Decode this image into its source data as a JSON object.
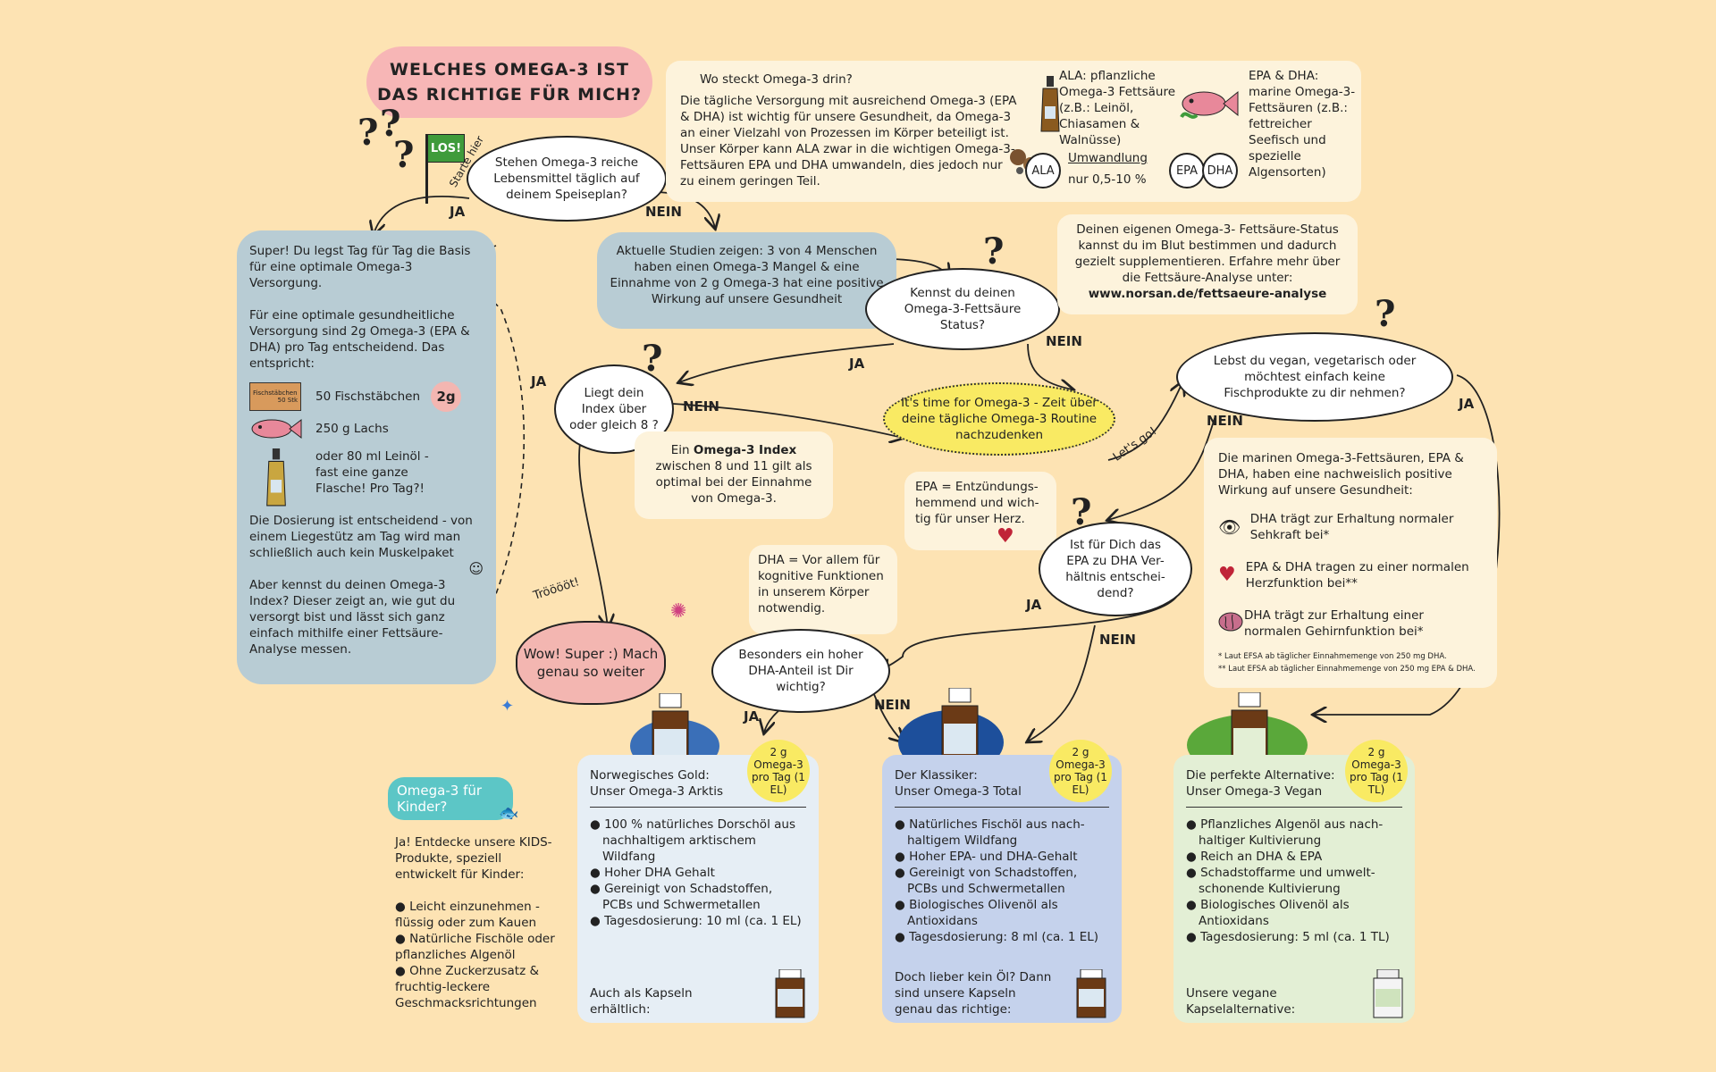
{
  "title": "WELCHES OMEGA-3 IST DAS RICHTIGE FÜR MICH?",
  "start": {
    "flag": "LOS!",
    "hint": "Starte hier"
  },
  "q1": "Stehen Omega-3 reiche Lebensmittel täglich auf deinem Speiseplan?",
  "info_box": {
    "heading": "Wo steckt Omega-3 drin?",
    "text": "Die tägliche Versorgung mit ausreichend Omega-3 (EPA & DHA) ist wichtig für unsere Gesundheit, da Omega-3 an einer Vielzahl von Prozessen im Körper beteiligt ist. Unser Körper kann ALA zwar in die wichtigen Omega-3-Fettsäuren EPA und DHA umwandeln, dies jedoch nur zu einem geringen Teil.",
    "ala_text": "ALA: pflanzliche Omega-3 Fettsäure (z.B.: Leinöl, Chiasamen & Walnüsse)",
    "epa_text": "EPA & DHA: marine Omega-3-Fettsäuren (z.B.: fettreicher Seefisch und spezielle Algensorten)",
    "ala": "ALA",
    "conversion": "Umwandlung",
    "rate": "nur 0,5-10 %",
    "epa": "EPA",
    "dha": "DHA"
  },
  "yes_box": {
    "p1": "Super! Du legst Tag für Tag die Basis für eine optimale Omega-3 Versorgung.",
    "p2": "Für eine optimale gesundheitliche Versorgung sind 2g Omega-3 (EPA & DHA) pro Tag entscheidend. Das entspricht:",
    "item1": "50 Fischstäbchen",
    "item1_badge": "2g",
    "fish_pack": "Fischstäbchen",
    "fish_pack_count": "50 Stk",
    "item2": "250 g Lachs",
    "item3": "oder 80 ml Leinöl - fast eine ganze Flasche! Pro Tag?!",
    "p3": "Die Dosierung ist entscheidend - von einem Liegestütz am Tag wird man schließlich auch kein Muskelpaket",
    "p4": "Aber kennst du deinen Omega-3 Index? Dieser zeigt an, wie gut du versorgt bist und lässt sich ganz einfach mithilfe einer Fettsäure-Analyse messen."
  },
  "studies_box": "Aktuelle Studien zeigen: 3 von 4 Menschen haben einen Omega-3 Mangel & eine Einnahme von 2 g Omega-3 hat eine positive Wirkung auf unsere Gesundheit",
  "q_status": "Kennst du deinen Omega-3-Fettsäure Status?",
  "status_box": {
    "text": "Deinen eigenen Omega-3- Fettsäure-Status kannst du im Blut bestimmen und dadurch gezielt supplementieren. Erfahre mehr über die Fettsäure-Analyse unter:",
    "url": "www.norsan.de/fettsaeure-analyse"
  },
  "q_index": "Liegt dein Index über oder gleich 8 ?",
  "index_box": {
    "pre": "Ein ",
    "bold": "Omega-3 Index",
    "post": " zwischen 8 und 11 gilt als optimal bei der Einnahme von Omega-3."
  },
  "time_bubble": "It's time for Omega-3 - Zeit über deine tägliche Omega-3 Routine nachzudenken",
  "lets_go": "Let's go!",
  "q_vegan": "Lebst du vegan, vegetarisch oder möchtest einfach keine Fischprodukte zu dir nehmen?",
  "marine_box": {
    "intro": "Die marinen Omega-3-Fettsäuren, EPA & DHA, haben eine nachweislich positive Wirkung auf unsere Gesundheit:",
    "c1": "DHA trägt zur Erhaltung normaler Sehkraft bei*",
    "c2": "EPA & DHA tragen zu einer normalen Herzfunktion bei**",
    "c3": "DHA trägt zur Erhaltung einer normalen Gehirnfunktion bei*",
    "fn1": "* Laut EFSA ab täglicher Einnahmemenge von 250 mg DHA.",
    "fn2": "** Laut EFSA ab täglicher Einnahmemenge von 250 mg EPA & DHA."
  },
  "epa_note": "EPA = Entzündungs-hemmend und wich-tig für unser Herz.",
  "q_ratio": "Ist für Dich das EPA zu DHA Ver-hältnis entschei-dend?",
  "dha_note": "DHA = Vor allem für kognitive Funktionen in unserem Körper notwendig.",
  "q_dha": "Besonders ein hoher DHA-Anteil ist Dir wichtig?",
  "wow": "Wow! Super :) Mach genau so weiter",
  "tröt": "Trööööt!",
  "labels": {
    "ja": "JA",
    "nein": "NEIN"
  },
  "kids": {
    "tag": "Omega-3 für Kinder?",
    "intro": "Ja! Entdecke unsere KIDS-Produkte, speziell entwickelt für Kinder:",
    "b1": "Leicht einzunehmen - flüssig oder zum Kauen",
    "b2": "Natürliche Fischöle oder pflanzliches Algenöl",
    "b3": "Ohne Zuckerzusatz & fruchtig-leckere Geschmacksrichtungen"
  },
  "products": [
    {
      "l1": "Norwegisches Gold:",
      "l2": "Unser Omega-3 Arktis",
      "dose": "2 g Omega-3 pro Tag (1 EL)",
      "b1": "100 % natürliches Dorschöl aus nachhaltigem arktischem Wildfang",
      "b2": "Hoher DHA Gehalt",
      "b3": "Gereinigt von Schadstoffen, PCBs und Schwermetallen",
      "b4": "Tagesdosierung: 10 ml (ca. 1 EL)",
      "foot": "Auch als Kapseln erhältlich:"
    },
    {
      "l1": "Der Klassiker:",
      "l2": "Unser Omega-3 Total",
      "dose": "2 g Omega-3 pro Tag (1 EL)",
      "b1": "Natürliches Fischöl aus nach-haltigem Wildfang",
      "b2": "Hoher EPA- und DHA-Gehalt",
      "b3": "Gereinigt von Schadstoffen, PCBs und Schwermetallen",
      "b4": "Biologisches Olivenöl als Antioxidans",
      "b5": "Tagesdosierung: 8 ml (ca. 1 EL)",
      "foot": "Doch lieber kein Öl? Dann sind unsere Kapseln genau das richtige:"
    },
    {
      "l1": "Die perfekte Alternative:",
      "l2": "Unser Omega-3 Vegan",
      "dose": "2 g Omega-3 pro Tag (1 TL)",
      "b1": "Pflanzliches Algenöl aus nach-haltiger Kultivierung",
      "b2": "Reich an DHA & EPA",
      "b3": "Schadstoffarme und umwelt-schonende Kultivierung",
      "b4": "Biologisches Olivenöl als Antioxidans",
      "b5": "Tagesdosierung: 5 ml (ca. 1 TL)",
      "foot": "Unsere vegane Kapselalternative:"
    }
  ],
  "colors": {
    "bg": "#fde3b3",
    "pink": "#f7b6b6",
    "blue": "#b8ccd4",
    "yellow": "#f9ea63",
    "card1": "#e6eef5",
    "card2": "#c5d2ec",
    "card3": "#e3efd5"
  }
}
